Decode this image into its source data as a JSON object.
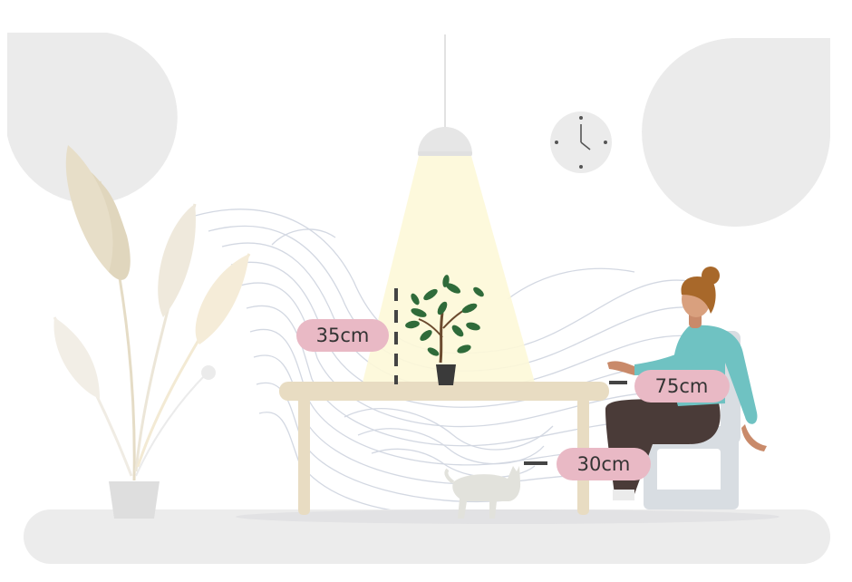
{
  "labels": {
    "plant_height": "35cm",
    "person_distance": "75cm",
    "floor_height": "30cm"
  },
  "colors": {
    "background": "#ffffff",
    "blob_gray": "#ebebeb",
    "floor_gray": "#ececec",
    "table_beige": "#e8dcc2",
    "lamp_light": "#fdf8d8",
    "label_pink": "#e9b9c5",
    "label_text": "#333333",
    "top_gray": "#6fc2c2",
    "hair_brown": "#a8682a",
    "pants_dark": "#4a3b38",
    "chair_gray": "#d8dde2"
  },
  "icons": [
    "wall-clock-icon",
    "pendant-lamp-icon",
    "potted-plant-icon",
    "cat-icon"
  ]
}
